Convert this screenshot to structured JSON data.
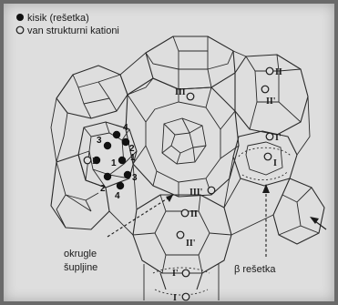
{
  "legend": {
    "oxygen_label": "kisik (rešetka)",
    "cation_label": "van strukturni kationi"
  },
  "site_labels": {
    "site_II_top": "II",
    "site_II_prime_top": "II'",
    "site_III_top": "III",
    "site_I_prime_right": "I'",
    "site_I_right": "I",
    "site_III_prime_mid": "III'",
    "site_II_mid": "II",
    "site_II_prime_mid": "II'",
    "site_I_prime_bottom": "I'",
    "site_I_bottom": "I",
    "site_I_left": "I"
  },
  "oxygen_numbers": {
    "n1": "1",
    "n2": "2",
    "n3": "3",
    "n4": "4",
    "n1b": "1",
    "n2b": "2",
    "n3b": "3",
    "n4b": "4"
  },
  "annotations": {
    "cage_label_line1": "okrugle",
    "cage_label_line2": "šupljine",
    "beta_label": "β rešetka"
  },
  "colors": {
    "paper": "#dedede",
    "ink": "#1a1a1a",
    "frame": "#6a6a6a"
  }
}
